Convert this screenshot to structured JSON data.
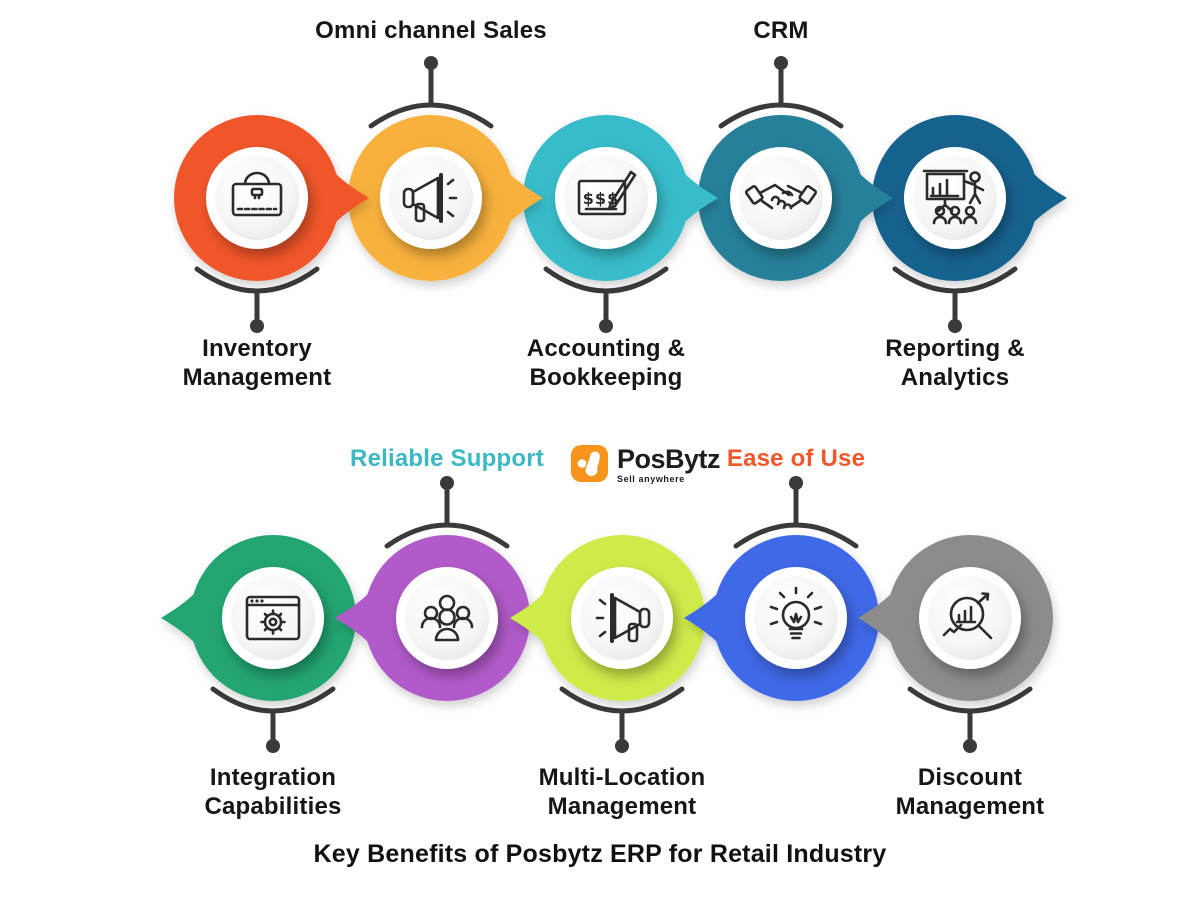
{
  "title": "Key Benefits of Posbytz ERP for Retail Industry",
  "logo": {
    "name": "PosBytz",
    "tagline": "Sell anywhere",
    "color": "#F7941E",
    "text_color": "#1D1D1D"
  },
  "colors": {
    "background": "#FFFFFF",
    "connector": "#3A3A3A",
    "icon_stroke": "#2B2B2B",
    "label_default": "#161616"
  },
  "nodes": [
    {
      "id": "inventory-management",
      "lines": [
        "Inventory",
        "Management"
      ],
      "color": "#F1572B",
      "icon": "briefcase-icon",
      "label_position": "below",
      "arrow": "right"
    },
    {
      "id": "omni-channel-sales",
      "lines": [
        "Omni channel Sales"
      ],
      "color": "#F8B13D",
      "icon": "megaphone-icon",
      "label_position": "above",
      "arrow": "right"
    },
    {
      "id": "accounting-bookkeeping",
      "lines": [
        "Accounting &",
        "Bookkeeping"
      ],
      "color": "#38BCC9",
      "icon": "money-check-pen-icon",
      "label_position": "below",
      "arrow": "right"
    },
    {
      "id": "crm",
      "lines": [
        "CRM"
      ],
      "color": "#27809A",
      "icon": "handshake-icon",
      "label_position": "above",
      "arrow": "right"
    },
    {
      "id": "reporting-analytics",
      "lines": [
        "Reporting &",
        "Analytics"
      ],
      "color": "#16628F",
      "icon": "presentation-icon",
      "label_position": "below",
      "arrow": "right"
    },
    {
      "id": "integration-capabilities",
      "lines": [
        "Integration",
        "Capabilities"
      ],
      "color": "#23A571",
      "icon": "browser-gear-icon",
      "label_position": "below",
      "arrow": "left"
    },
    {
      "id": "reliable-support",
      "lines": [
        "Reliable Support"
      ],
      "color": "#B15AC9",
      "icon": "people-group-icon",
      "label_position": "above",
      "arrow": "left",
      "label_color": "#3BB8C3"
    },
    {
      "id": "multi-location-management",
      "lines": [
        "Multi-Location",
        "Management"
      ],
      "color": "#CDEB49",
      "icon": "megaphone-icon",
      "label_position": "below",
      "arrow": "left"
    },
    {
      "id": "ease-of-use",
      "lines": [
        "Ease of Use"
      ],
      "color": "#4169E8",
      "icon": "lightbulb-icon",
      "label_position": "above",
      "arrow": "left",
      "label_color": "#F1572B"
    },
    {
      "id": "discount-management",
      "lines": [
        "Discount",
        "Management"
      ],
      "color": "#8C8C8C",
      "icon": "magnifier-chart-icon",
      "label_position": "below",
      "arrow": "left"
    }
  ]
}
